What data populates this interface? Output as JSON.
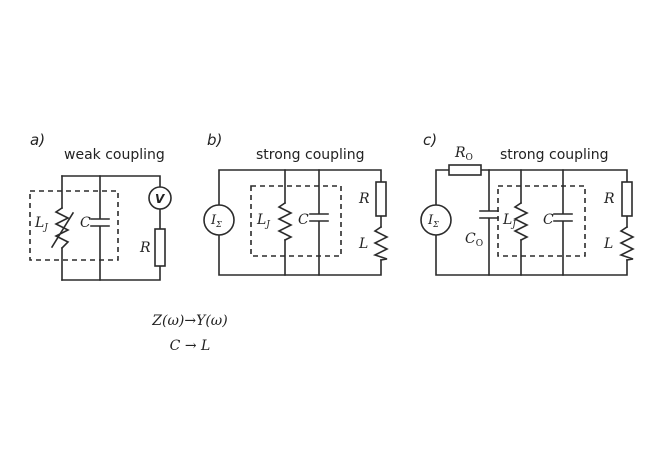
{
  "panels": {
    "a": {
      "tag": "a)",
      "title": "weak coupling"
    },
    "b": {
      "tag": "b)",
      "title": "strong coupling"
    },
    "c": {
      "tag": "c)",
      "title": "strong coupling"
    }
  },
  "labels": {
    "LJ_main": "L",
    "LJ_sub": "J",
    "C": "C",
    "R": "R",
    "L": "L",
    "V": "V",
    "I_main": "I",
    "I_sub": "Σ",
    "R0_main": "R",
    "R0_sub": "O",
    "C0_main": "C",
    "C0_sub": "O"
  },
  "equations": {
    "line1": "Z(ω)→Y(ω)",
    "line2": "C → L"
  }
}
